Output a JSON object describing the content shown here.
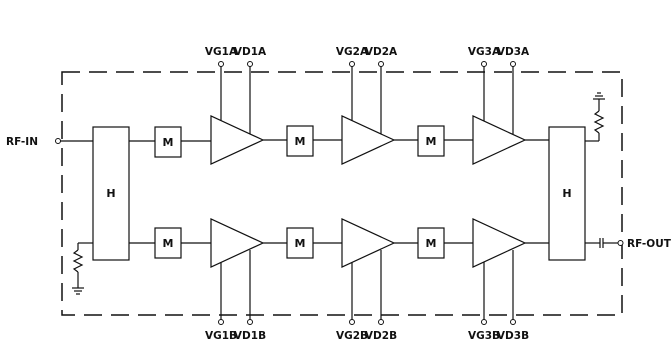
{
  "ports": {
    "input": "RF-IN",
    "output": "RF-OUT"
  },
  "blocks": {
    "hybrid": "H",
    "match": "M"
  },
  "bias_top": [
    "VG1A",
    "VD1A",
    "VG2A",
    "VD2A",
    "VG3A",
    "VD3A"
  ],
  "bias_bottom": [
    "VG1B",
    "VD1B",
    "VG2B",
    "VD2B",
    "VG3B",
    "VD3B"
  ]
}
